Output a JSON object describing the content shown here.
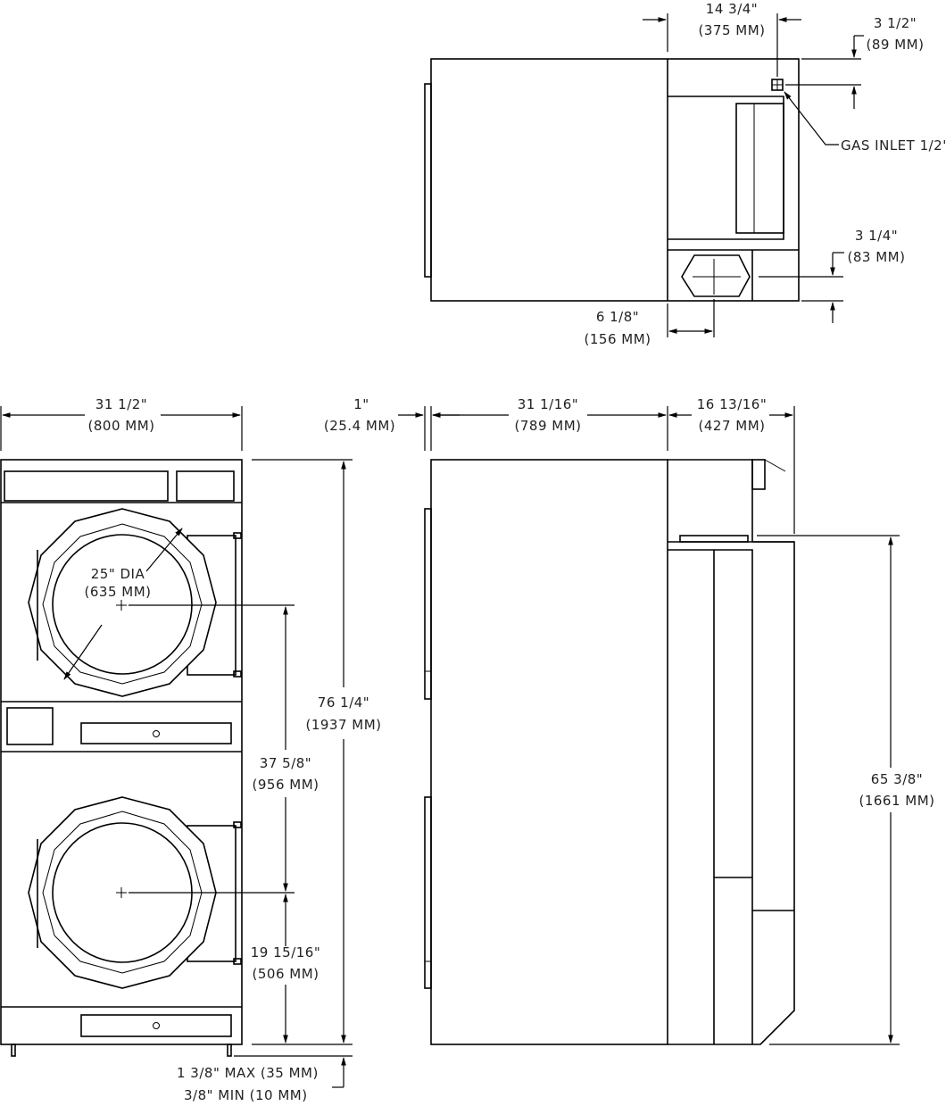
{
  "colors": {
    "line": "#000000",
    "text": "#222222",
    "background": "#ffffff"
  },
  "top_view": {
    "width_in": "14 3/4\"",
    "width_mm": "(375 MM)",
    "gas_offset_in": "3 1/2\"",
    "gas_offset_mm": "(89 MM)",
    "gas_inlet": "GAS INLET 1/2\"",
    "exhaust_offset_in": "3 1/4\"",
    "exhaust_offset_mm": "(83 MM)",
    "exhaust_center_in": "6 1/8\"",
    "exhaust_center_mm": "(156 MM)"
  },
  "front_view": {
    "width_in": "31 1/2\"",
    "width_mm": "(800 MM)",
    "door_dia": "25\" DIA",
    "door_dia_mm": "(635 MM)",
    "height_in": "76 1/4\"",
    "height_mm": "(1937 MM)",
    "upper_center_in": "37 5/8\"",
    "upper_center_mm": "(956 MM)",
    "lower_center_in": "19 15/16\"",
    "lower_center_mm": "(506 MM)",
    "leg_max": "1 3/8\" MAX (35 MM)",
    "leg_min": "3/8\"  MIN  (10 MM)"
  },
  "side_view": {
    "door_projection_in": "1\"",
    "door_projection_mm": "(25.4 MM)",
    "depth_in": "31 1/16\"",
    "depth_mm": "(789 MM)",
    "rear_in": "16 13/16\"",
    "rear_mm": "(427 MM)",
    "exhaust_height_in": "65 3/8\"",
    "exhaust_height_mm": "(1661 MM)"
  }
}
